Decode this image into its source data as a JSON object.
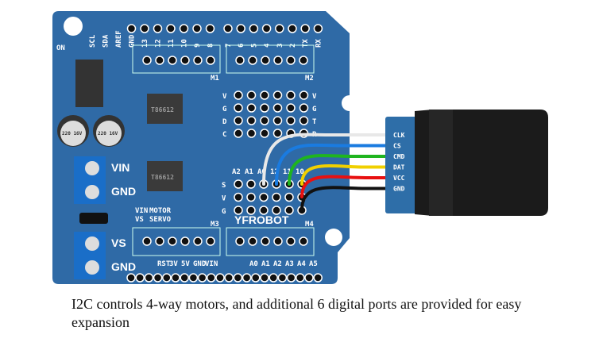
{
  "board": {
    "brand": "YFROBOT",
    "led_label": "ON",
    "top_pins": [
      "SCL",
      "SDA",
      "AREF",
      "GND",
      "13",
      "12",
      "11",
      "10",
      "9",
      "8",
      "7",
      "6",
      "5",
      "4",
      "3",
      "2",
      "TX",
      "RX"
    ],
    "motor_labels": [
      "M1",
      "M2",
      "M3",
      "M4"
    ],
    "chip_labels": [
      "T86612",
      "T86612"
    ],
    "capacitor_labels": [
      "220 16V",
      "220 16V"
    ],
    "power_terminals": [
      "VIN",
      "GND",
      "VS",
      "GND"
    ],
    "jumper_labels": [
      "VIN",
      "MOTOR",
      "VS",
      "SERVO"
    ],
    "grid_left_top": [
      "V",
      "G",
      "D",
      "C"
    ],
    "grid_right_top": [
      "V",
      "G",
      "T",
      "R"
    ],
    "grid_rows_bottom": [
      "S",
      "V",
      "G"
    ],
    "grid_cols_bottom": [
      "A2",
      "A1",
      "A0",
      "12",
      "11",
      "10"
    ],
    "bottom_power_pins": [
      "RST",
      "3V",
      "5V",
      "GND",
      "VIN"
    ],
    "bottom_analog_pins": [
      "A0",
      "A1",
      "A2",
      "A3",
      "A4",
      "A5"
    ]
  },
  "module": {
    "pins": [
      "CLK",
      "CS",
      "CMD",
      "DAT",
      "VCC",
      "GND"
    ],
    "wire_colors": [
      "#e8e8e8",
      "#1a7be0",
      "#1fb51f",
      "#f0d000",
      "#e81010",
      "#111111"
    ]
  },
  "colors": {
    "board": "#2f6aa6",
    "module_pcb": "#2e6ea8"
  },
  "caption": "I2C controls 4-way motors, and additional 6 digital ports are provided for easy expansion"
}
